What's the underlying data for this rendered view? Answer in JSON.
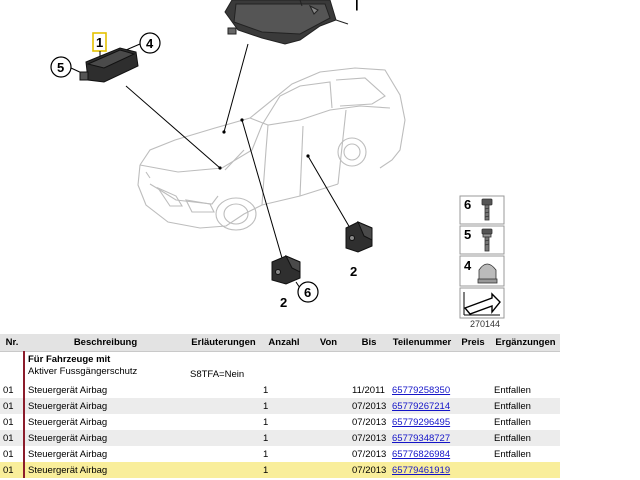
{
  "diagram": {
    "callouts": [
      "1",
      "4",
      "5",
      "2",
      "2",
      "6"
    ],
    "legend_items": [
      "6",
      "5",
      "4"
    ],
    "image_id": "270144"
  },
  "table": {
    "headers": [
      "Nr.",
      "Beschreibung",
      "Erläuterungen",
      "Anzahl",
      "Von",
      "Bis",
      "Teilenummer",
      "Preis",
      "Ergänzungen"
    ],
    "group": {
      "title": "Für Fahrzeuge mit",
      "subtitle": "Aktiver Fussgängerschutz",
      "explanation": "S8TFA=Nein"
    },
    "rows": [
      {
        "nr": "01",
        "desc": "Steuergerät Airbag",
        "qty": "1",
        "from": "",
        "to": "11/2011",
        "part": "65779258350",
        "price": "",
        "note": "Entfallen"
      },
      {
        "nr": "01",
        "desc": "Steuergerät Airbag",
        "qty": "1",
        "from": "",
        "to": "07/2013",
        "part": "65779267214",
        "price": "",
        "note": "Entfallen"
      },
      {
        "nr": "01",
        "desc": "Steuergerät Airbag",
        "qty": "1",
        "from": "",
        "to": "07/2013",
        "part": "65779296495",
        "price": "",
        "note": "Entfallen"
      },
      {
        "nr": "01",
        "desc": "Steuergerät Airbag",
        "qty": "1",
        "from": "",
        "to": "07/2013",
        "part": "65779348727",
        "price": "",
        "note": "Entfallen"
      },
      {
        "nr": "01",
        "desc": "Steuergerät Airbag",
        "qty": "1",
        "from": "",
        "to": "07/2013",
        "part": "65776826984",
        "price": "",
        "note": "Entfallen"
      },
      {
        "nr": "01",
        "desc": "Steuergerät Airbag",
        "qty": "1",
        "from": "",
        "to": "07/2013",
        "part": "65779461919",
        "price": "",
        "note": ""
      }
    ]
  },
  "colors": {
    "highlight": "#f9ee9b",
    "link": "#1414c8",
    "callout_highlight": "#e5c200",
    "group_border": "#8b1c2b"
  }
}
